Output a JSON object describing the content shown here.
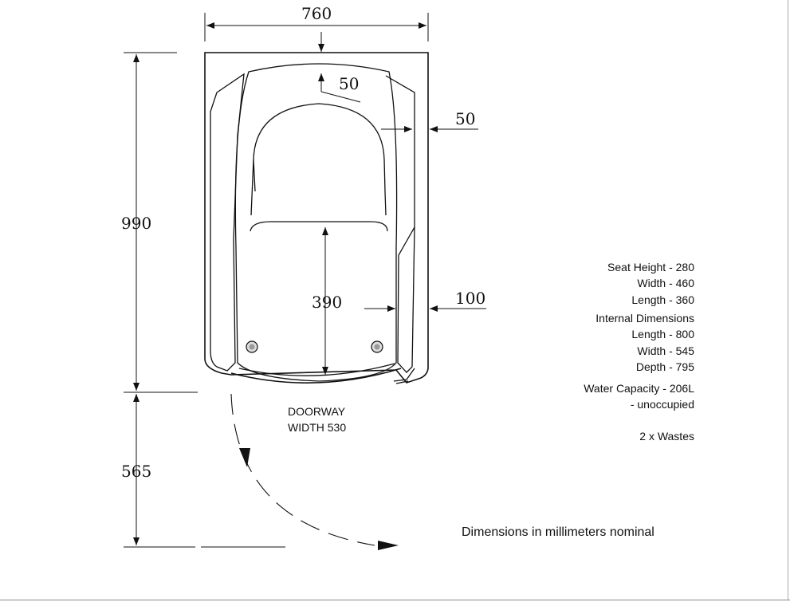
{
  "dimensions": {
    "overall_width": "760",
    "overall_length": "990",
    "door_swing": "565",
    "seat_to_wall": "50",
    "side_offset_top": "50",
    "side_offset_mid": "100",
    "interior_depth": "390"
  },
  "doorway": {
    "line1": "DOORWAY",
    "line2": "WIDTH 530"
  },
  "specs": {
    "seat_height": "Seat Height - 280",
    "seat_width": "Width - 460",
    "seat_length": "Length - 360",
    "internal_heading": "Internal Dimensions",
    "internal_length": "Length - 800",
    "internal_width": "Width - 545",
    "internal_depth": "Depth - 795",
    "water_capacity": "Water Capacity - 206L",
    "water_note": "- unoccupied",
    "wastes": "2 x Wastes"
  },
  "footer": "Dimensions in millimeters nominal"
}
